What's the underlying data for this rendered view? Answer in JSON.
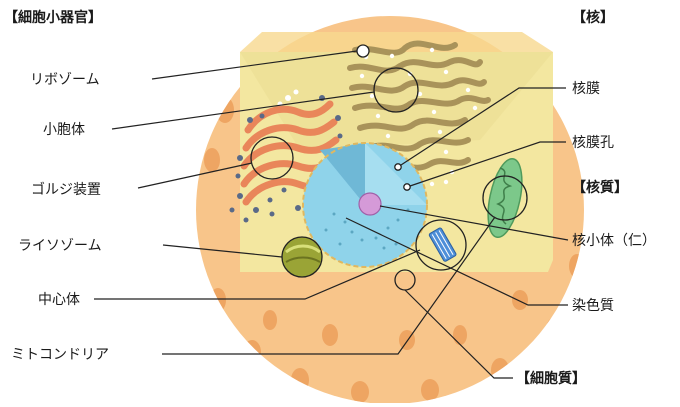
{
  "headers": {
    "organelles": "【細胞小器官】",
    "nucleus": "【核】",
    "nucleoplasm": "【核質】",
    "cytoplasm": "【細胞質】"
  },
  "labels": {
    "ribosome": "リボゾーム",
    "mitochondrion_body": "小胞体",
    "golgi": "ゴルジ装置",
    "lysosome": "ライソゾーム",
    "centrosome": "中心体",
    "mitochondria": "ミトコンドリア",
    "nuclear_membrane": "核膜",
    "nuclear_pore": "核膜孔",
    "nucleolus": "核小体（仁）",
    "chromatin": "染色質"
  },
  "colors": {
    "cell_outer": "#f8c58a",
    "cytoplasm_spots": "#eb9a55",
    "interior": "#f3e7a0",
    "er": "#a9935a",
    "golgi": "#e9865a",
    "nucleus": "#8fd3ea",
    "nucleolus": "#d59ad8",
    "mitochondria": "#7cc88a",
    "lysosome": "#9aa436",
    "centrosome": "#4e8fd8"
  }
}
